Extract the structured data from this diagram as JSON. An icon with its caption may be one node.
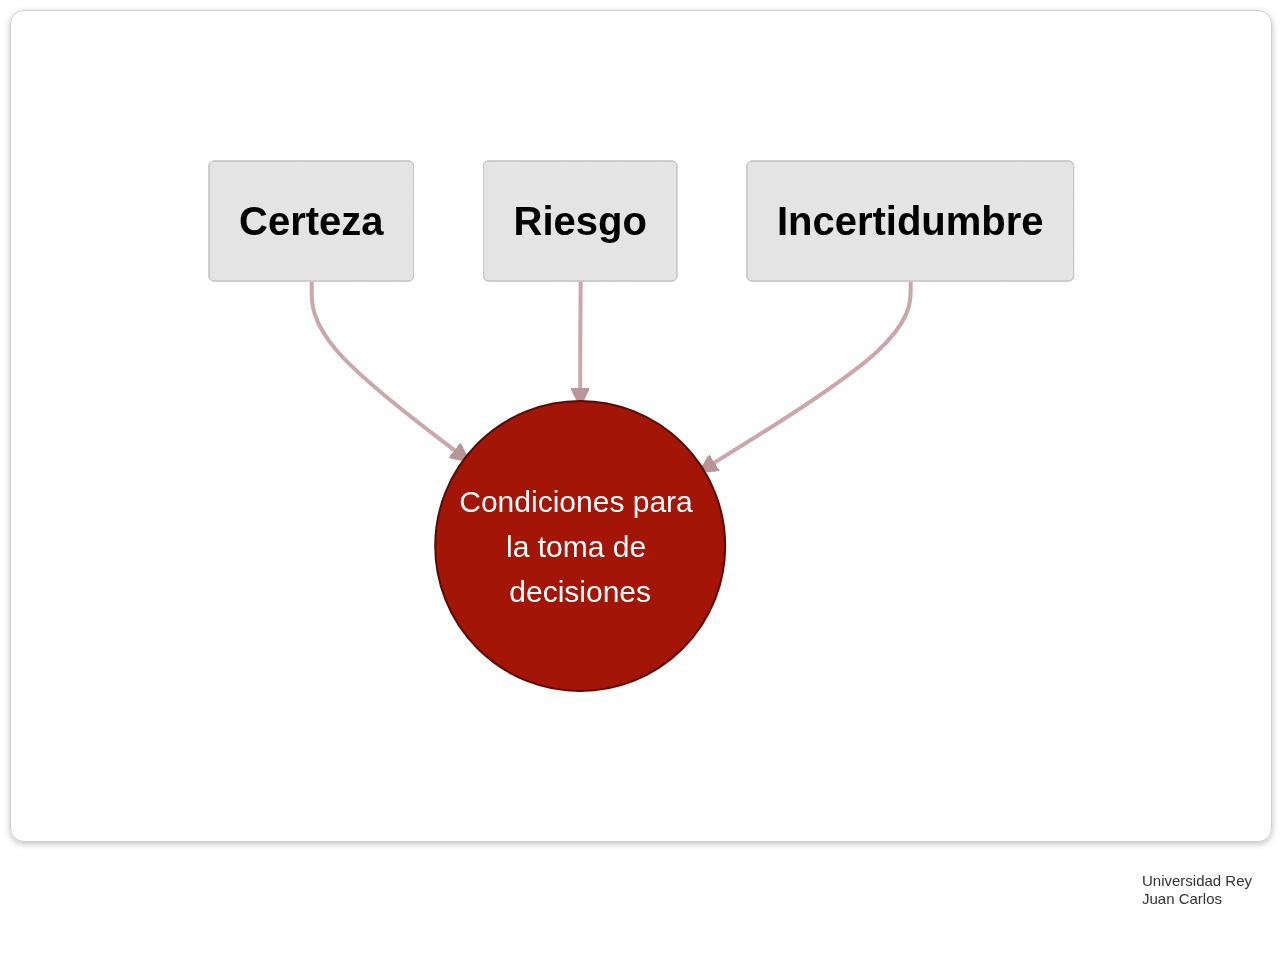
{
  "diagram": {
    "nodes": [
      {
        "text": [
          "Certeza"
        ]
      },
      {
        "text": [
          "Riesgo"
        ]
      },
      {
        "text": [
          "Incertidumbre"
        ]
      },
      {
        "text": [
          "Condiciones para la toma de decisiones"
        ]
      }
    ],
    "edges": [
      {
        "from": 0,
        "to": 3,
        "arrow": "to"
      },
      {
        "from": 1,
        "to": 3,
        "arrow": "to"
      },
      {
        "from": 2,
        "to": 3,
        "arrow": "to"
      }
    ],
    "labels": [
      "Universidad Rey Juan Carlos"
    ]
  }
}
